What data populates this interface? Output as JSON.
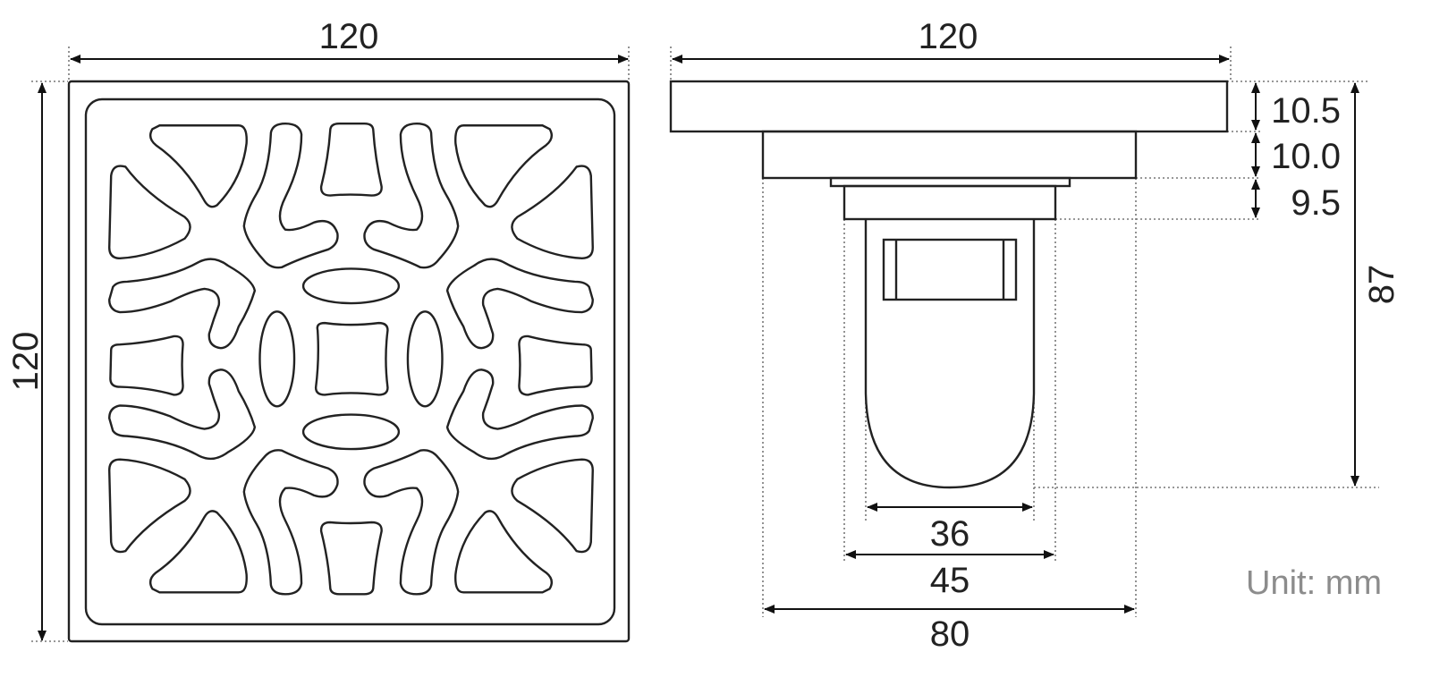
{
  "top_view": {
    "width_label": "120",
    "height_label": "120"
  },
  "side_view": {
    "width_label": "120",
    "layer_labels": [
      "10.5",
      "10.0",
      "9.5"
    ],
    "total_height_label": "87",
    "bottom_labels": [
      "36",
      "45",
      "80"
    ]
  },
  "unit_label": "Unit: mm",
  "colors": {
    "line": "#222222",
    "unit_text": "#8c8c8c"
  }
}
